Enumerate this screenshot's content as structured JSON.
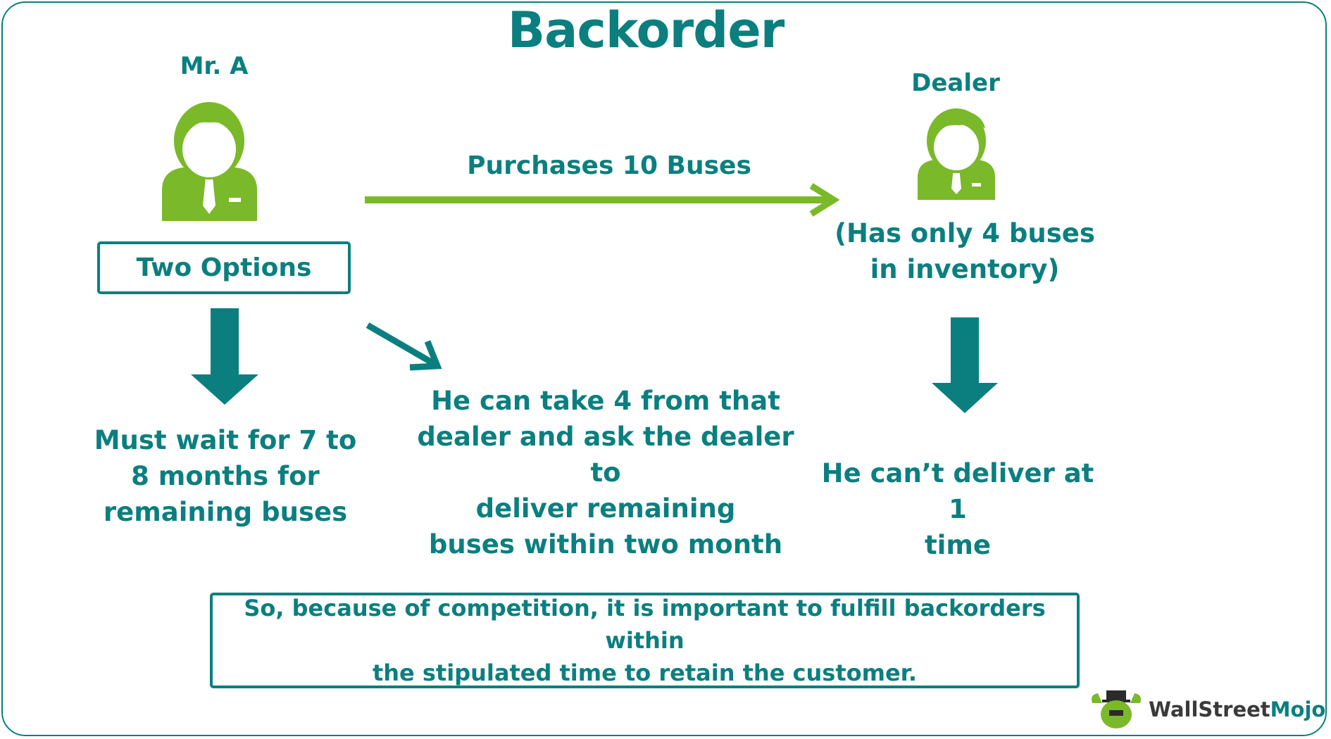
{
  "title": "Backorder",
  "mr_a": {
    "label": "Mr. A"
  },
  "dealer": {
    "label": "Dealer",
    "inventory_line1": "(Has only 4 buses",
    "inventory_line2": "in inventory)"
  },
  "purchase_label": "Purchases 10 Buses",
  "options_box": {
    "label": "Two Options"
  },
  "option_wait": {
    "line1": "Must wait for 7 to",
    "line2": "8 months for",
    "line3": "remaining buses"
  },
  "option_take": {
    "line1": "He can take 4 from that",
    "line2": "dealer and ask the dealer to",
    "line3": "deliver remaining",
    "line4": "buses within two month"
  },
  "dealer_result": {
    "line1": "He can’t deliver at 1",
    "line2": "time"
  },
  "conclusion": {
    "line1": "So, because of competition, it is important to fulfill backorders within",
    "line2": "the stipulated time to retain the customer."
  },
  "logo": {
    "part1": "WallStreet",
    "part2": "Mojo"
  },
  "colors": {
    "teal": "#0b7f7f",
    "green": "#7ab929"
  }
}
